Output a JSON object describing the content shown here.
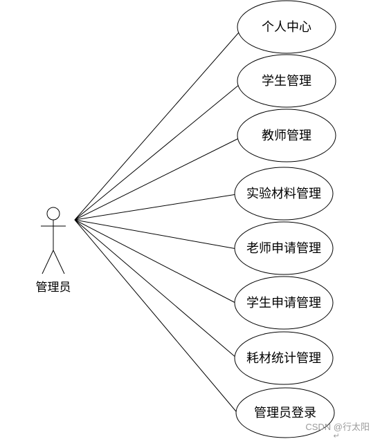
{
  "actor": {
    "label": "管理员"
  },
  "use_cases": [
    {
      "label": "个人中心"
    },
    {
      "label": "学生管理"
    },
    {
      "label": "教师管理"
    },
    {
      "label": "实验材料管理"
    },
    {
      "label": "老师申请管理"
    },
    {
      "label": "学生申请管理"
    },
    {
      "label": "耗材统计管理"
    },
    {
      "label": "管理员登录"
    }
  ],
  "watermark": {
    "text": "CSDN @行太阳",
    "mark": "↵"
  },
  "colors": {
    "stroke": "#000000",
    "background": "#ffffff",
    "watermark": "#9a9a9a"
  }
}
